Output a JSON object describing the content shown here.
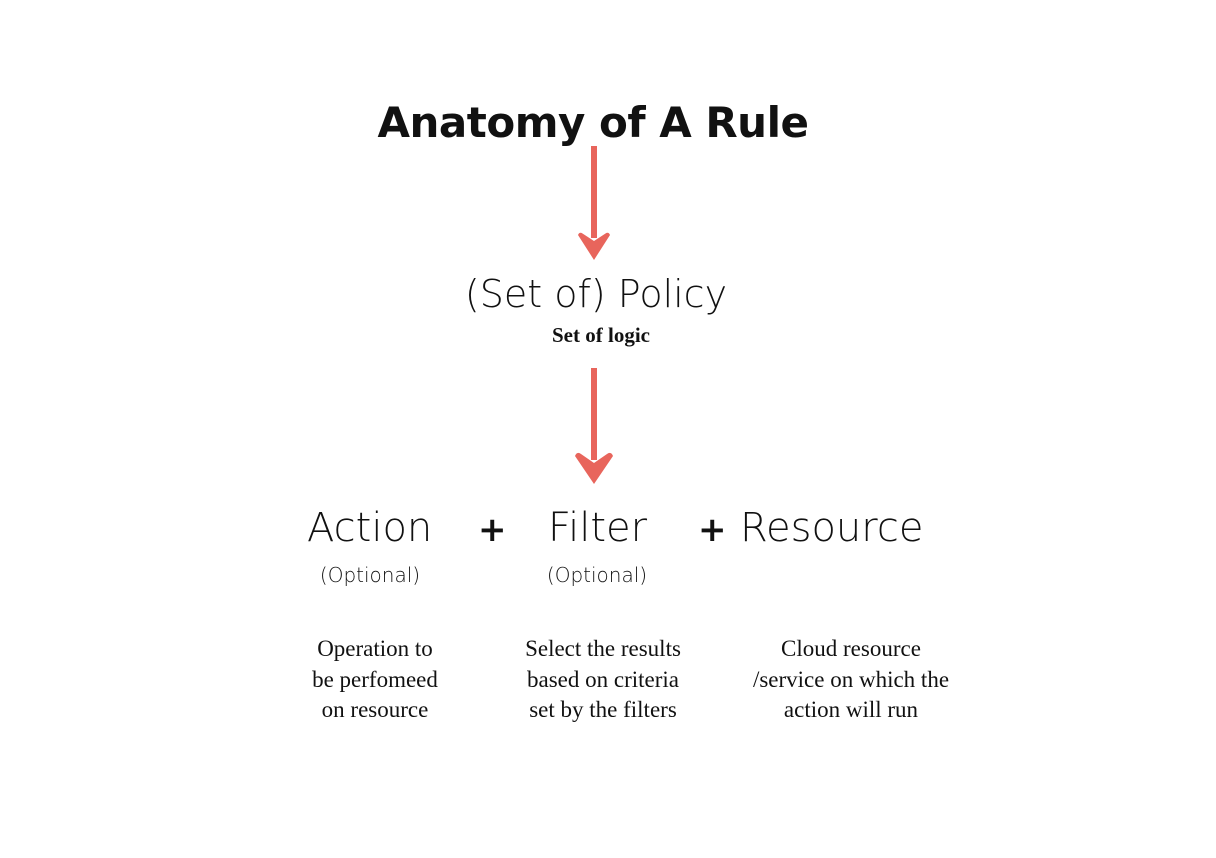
{
  "diagram": {
    "title": "Anatomy of A Rule",
    "accent_color": "#E8655C",
    "text_color": "#111111",
    "background_color": "#FFFFFF",
    "arrows": [
      {
        "name": "title-to-policy",
        "direction": "down",
        "color": "#E8655C"
      },
      {
        "name": "policy-to-components",
        "direction": "down",
        "color": "#E8655C"
      }
    ],
    "policy": {
      "label": "(Set of) Policy",
      "subtitle": "Set of logic"
    },
    "formula": {
      "operator_1": "+",
      "operator_2": "+",
      "terms": [
        {
          "id": "action",
          "label": "Action",
          "optional_label": "(Optional)",
          "description_lines": [
            "Operation to",
            "be perfomeed",
            "on resource"
          ]
        },
        {
          "id": "filter",
          "label": "Filter",
          "optional_label": "(Optional)",
          "description_lines": [
            "Select the results",
            "based on criteria",
            "set by the filters"
          ]
        },
        {
          "id": "resource",
          "label": "Resource",
          "optional_label": "",
          "description_lines": [
            "Cloud resource",
            "/service on which the",
            "action will run"
          ]
        }
      ]
    }
  }
}
